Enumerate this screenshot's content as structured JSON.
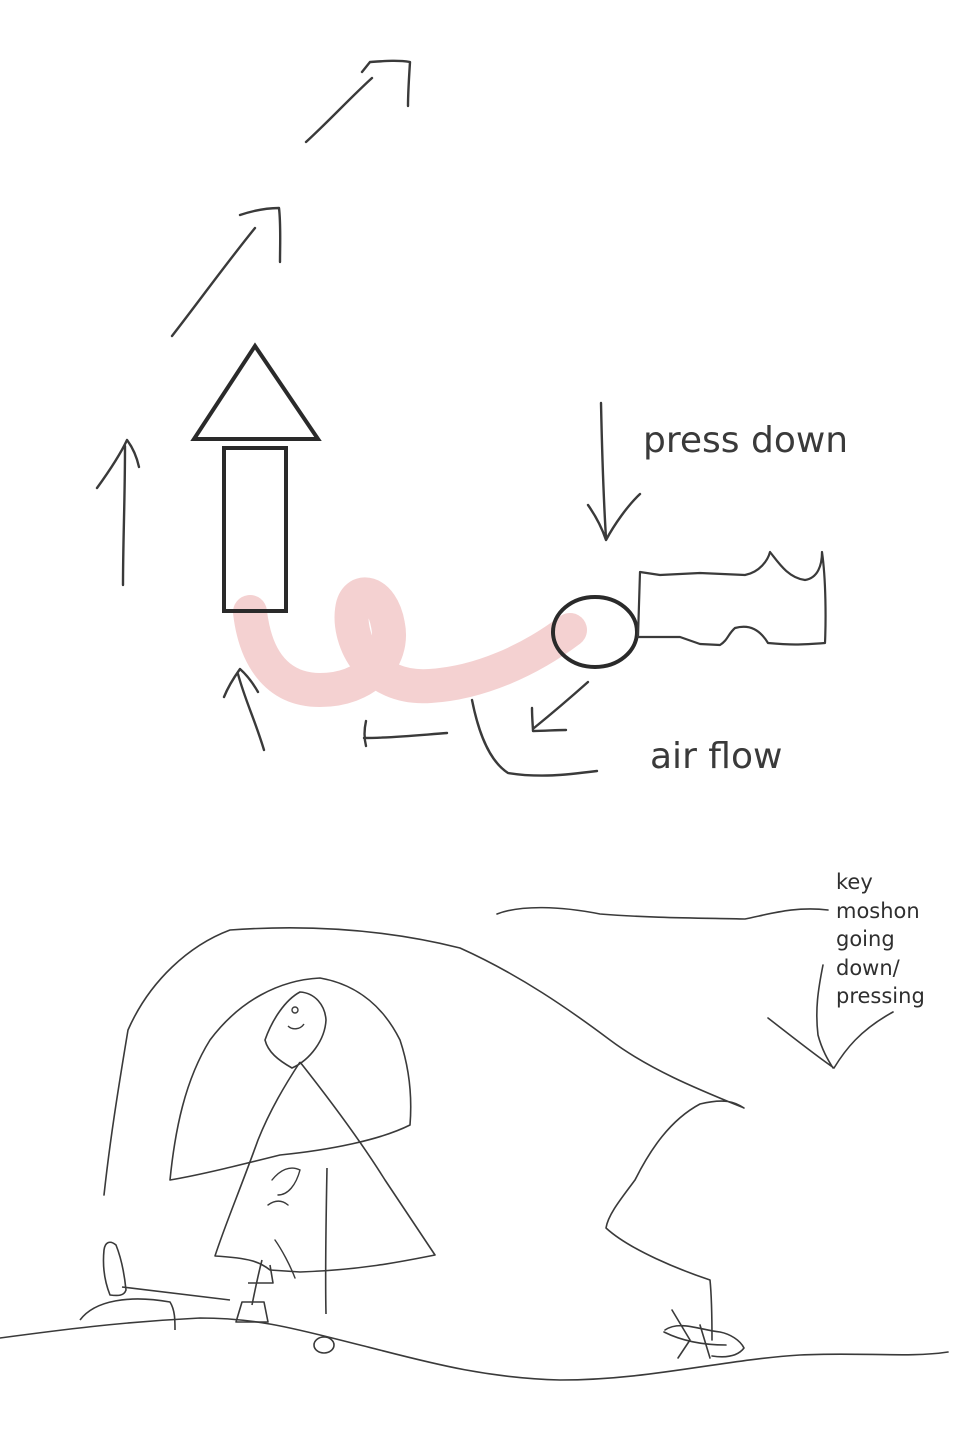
{
  "top_sketch": {
    "press_label": "press down",
    "airflow_label": "air flow"
  },
  "bottom_sketch": {
    "key_label_lines": [
      "key",
      "moshon",
      "going",
      "down/",
      "pressing"
    ]
  },
  "colors": {
    "ink": "#3a3a3a",
    "shape_outline": "#2a2a2a",
    "air_stream": "#f2c9c9"
  }
}
